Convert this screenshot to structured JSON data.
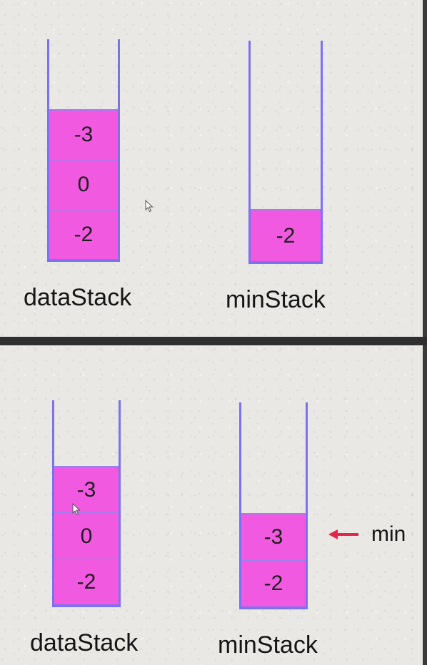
{
  "top": {
    "dataStack": {
      "label": "dataStack",
      "cells": [
        "-3",
        "0",
        "-2"
      ]
    },
    "minStack": {
      "label": "minStack",
      "cells": [
        "-2"
      ]
    }
  },
  "bottom": {
    "dataStack": {
      "label": "dataStack",
      "cells": [
        "-3",
        "0",
        "-2"
      ]
    },
    "minStack": {
      "label": "minStack",
      "cells": [
        "-3",
        "-2"
      ]
    },
    "pointer": {
      "label": "min"
    }
  },
  "colors": {
    "stack_outline": "#7b72f0",
    "cell_fill": "#f15ae0",
    "pointer_arrow": "#e0284a"
  }
}
